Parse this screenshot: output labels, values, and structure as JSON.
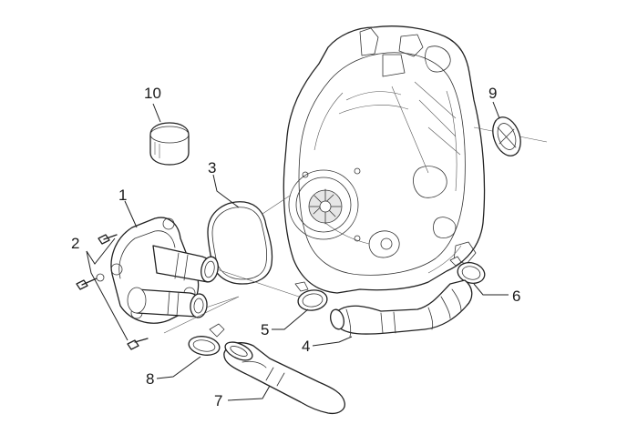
{
  "callouts": [
    {
      "id": "10",
      "label": "10"
    },
    {
      "id": "9",
      "label": "9"
    },
    {
      "id": "3",
      "label": "3"
    },
    {
      "id": "1",
      "label": "1"
    },
    {
      "id": "2",
      "label": "2"
    },
    {
      "id": "6",
      "label": "6"
    },
    {
      "id": "5",
      "label": "5"
    },
    {
      "id": "4",
      "label": "4"
    },
    {
      "id": "8",
      "label": "8"
    },
    {
      "id": "7",
      "label": "7"
    }
  ]
}
